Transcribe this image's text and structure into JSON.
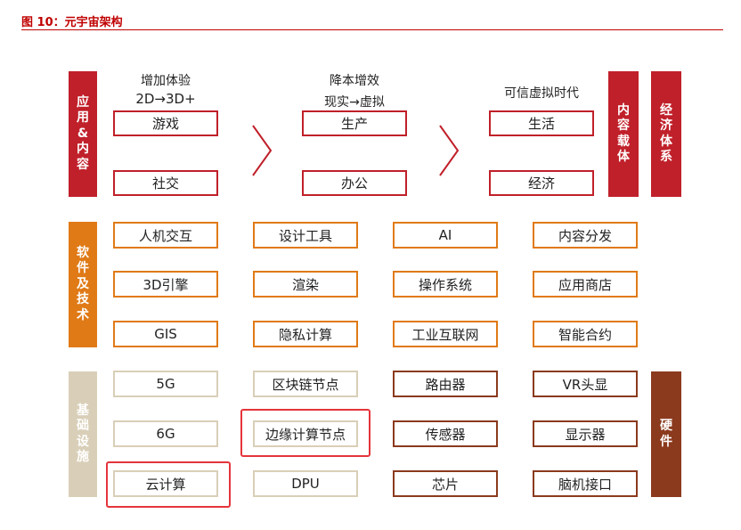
{
  "caption": "图 10：元宇宙架构",
  "layers": {
    "app_content": "应用&内容",
    "software_tech": "软件及技术",
    "infrastructure": "基础设施",
    "content_carrier": "内容载体",
    "economy": "经济体系",
    "hardware": "硬件"
  },
  "app": {
    "col1": {
      "header1": "增加体验",
      "header2": "2D→3D+",
      "top": "游戏",
      "bottom": "社交"
    },
    "col2": {
      "header1": "降本增效",
      "header2": "现实→虚拟",
      "top": "生产",
      "bottom": "办公"
    },
    "col3": {
      "header1": "可信虚拟时代",
      "top": "生活",
      "bottom": "经济"
    }
  },
  "software": [
    [
      "人机交互",
      "设计工具",
      "AI",
      "内容分发"
    ],
    [
      "3D引擎",
      "渲染",
      "操作系统",
      "应用商店"
    ],
    [
      "GIS",
      "隐私计算",
      "工业互联网",
      "智能合约"
    ]
  ],
  "infra": [
    [
      "5G",
      "区块链节点",
      "路由器",
      "VR头显"
    ],
    [
      "6G",
      "边缘计算节点",
      "传感器",
      "显示器"
    ],
    [
      "云计算",
      "DPU",
      "芯片",
      "脑机接口"
    ]
  ],
  "colors": {
    "red": "#c0202a",
    "orange": "#e07a16",
    "tan": "#d9cfb8",
    "brown": "#8b3a1e",
    "highlight": "#e5343a"
  }
}
